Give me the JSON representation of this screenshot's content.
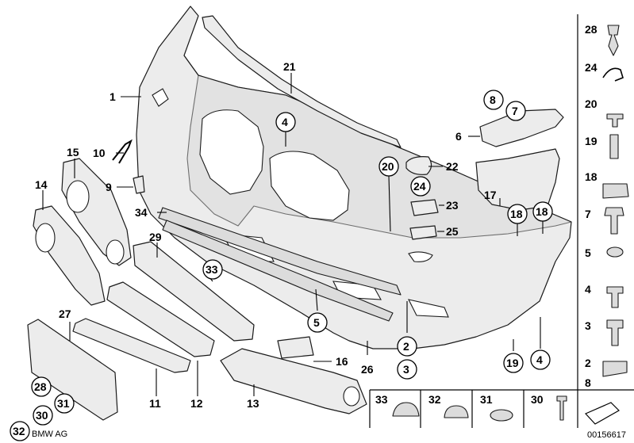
{
  "diagram": {
    "ref_number": "00156617",
    "brand": "BMW AG",
    "parts": {
      "p1": "1",
      "p2": "2",
      "p3": "3",
      "p4a": "4",
      "p4b": "4",
      "p5": "5",
      "p6": "6",
      "p7": "7",
      "p8": "8",
      "p9": "9",
      "p10": "10",
      "p11": "11",
      "p12": "12",
      "p13": "13",
      "p14": "14",
      "p15": "15",
      "p16": "16",
      "p17": "17",
      "p18a": "18",
      "p18b": "18",
      "p19": "19",
      "p20": "20",
      "p21": "21",
      "p22": "22",
      "p23": "23",
      "p24": "24",
      "p25": "25",
      "p26": "26",
      "p27": "27",
      "p28": "28",
      "p29": "29",
      "p30": "30",
      "p31": "31",
      "p32": "32",
      "p33": "33",
      "p34": "34"
    },
    "sidebar": [
      "28",
      "24",
      "20",
      "19",
      "18",
      "7",
      "5",
      "4",
      "3",
      "2",
      "8"
    ],
    "bottom_row": [
      "33",
      "32",
      "31",
      "30"
    ]
  }
}
